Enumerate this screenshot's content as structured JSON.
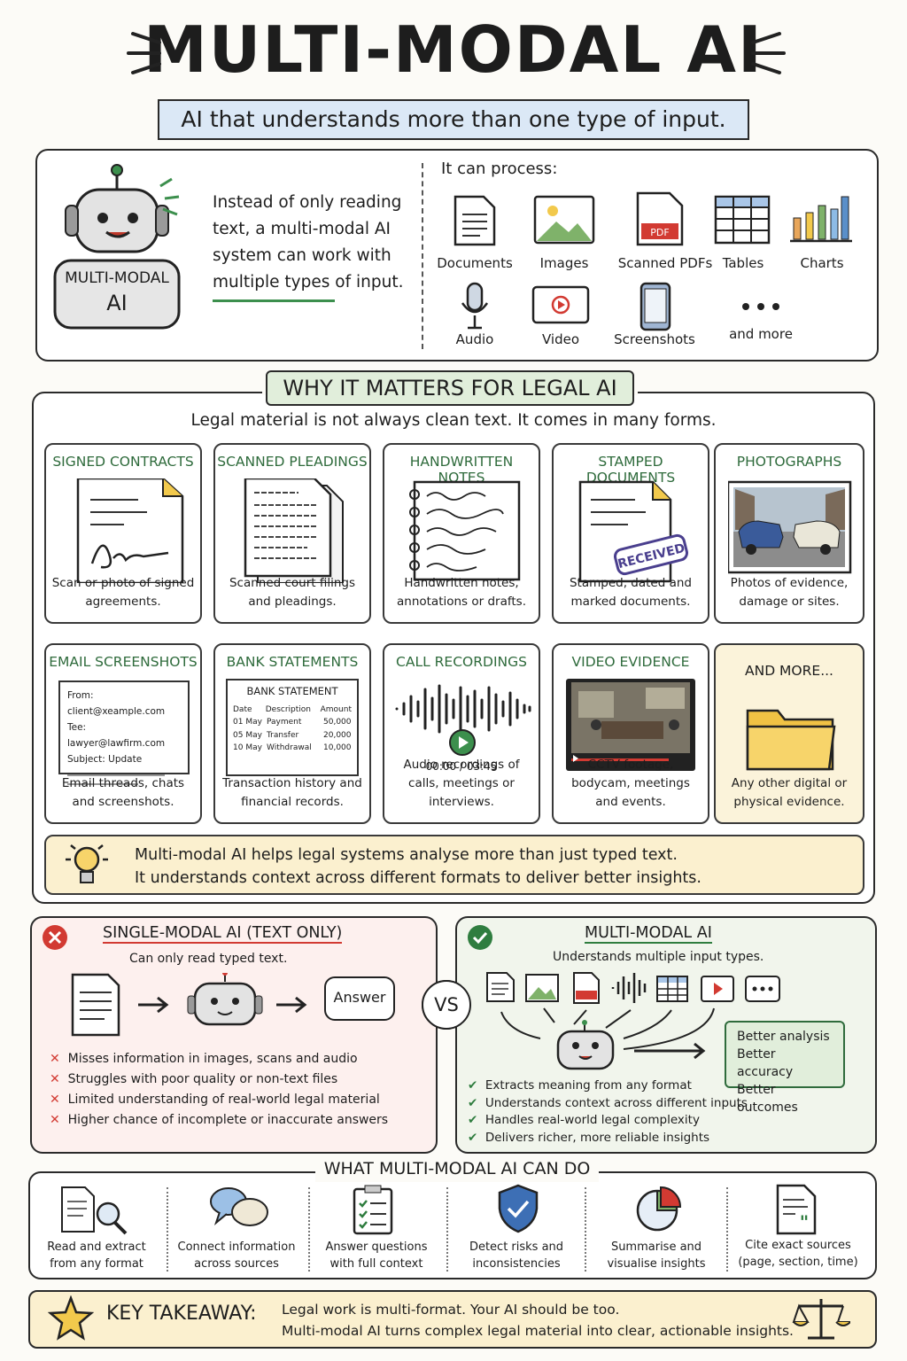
{
  "title": "MULTI-MODAL AI",
  "subtitle": "AI that understands more than one type of input.",
  "intro": {
    "robot_label_1": "MULTI-MODAL",
    "robot_label_2": "AI",
    "text": "Instead of only reading text, a multi-modal AI system can work with multiple types of input.",
    "process_title": "It can process:",
    "types": [
      {
        "label": "Documents",
        "icon": "document-icon"
      },
      {
        "label": "Images",
        "icon": "image-icon"
      },
      {
        "label": "Scanned PDFs",
        "icon": "pdf-icon"
      },
      {
        "label": "Tables",
        "icon": "table-icon"
      },
      {
        "label": "Charts",
        "icon": "bar-chart-icon"
      },
      {
        "label": "Audio",
        "icon": "microphone-icon"
      },
      {
        "label": "Video",
        "icon": "video-icon"
      },
      {
        "label": "Screenshots",
        "icon": "phone-icon"
      },
      {
        "label": "and more",
        "icon": "more-dots-icon"
      }
    ],
    "pdf_tag": "PDF"
  },
  "why": {
    "heading": "WHY IT MATTERS FOR LEGAL AI",
    "lead": "Legal material is not always clean text. It comes in many forms.",
    "cards": [
      {
        "title": "SIGNED CONTRACTS",
        "desc": "Scan or photo of signed agreements."
      },
      {
        "title": "SCANNED PLEADINGS",
        "desc": "Scanned court filings and pleadings."
      },
      {
        "title": "HANDWRITTEN NOTES",
        "desc": "Handwritten notes, annotations or drafts."
      },
      {
        "title": "STAMPED DOCUMENTS",
        "desc": "Stamped, dated and marked documents.",
        "stamp": "RECEIVED"
      },
      {
        "title": "PHOTOGRAPHS",
        "desc": "Photos of evidence, damage or sites."
      },
      {
        "title": "EMAIL SCREENSHOTS",
        "desc": "Email threads, chats and screenshots.",
        "from": "From: client@xeample.com",
        "to": "Tee: lawyer@lawfirm.com",
        "subject": "Subject: Update"
      },
      {
        "title": "BANK STATEMENTS",
        "desc": "Transaction history and financial records.",
        "sheet_title": "BANK STATEMENT",
        "cols": [
          "Date",
          "Description",
          "Amount"
        ],
        "rows": [
          [
            "01 May",
            "Payment",
            "50,000"
          ],
          [
            "05 May",
            "Transfer",
            "20,000"
          ],
          [
            "10 May",
            "Withdrawal",
            "10,000"
          ]
        ]
      },
      {
        "title": "CALL RECORDINGS",
        "desc": "Audio recordings of calls, meetings or interviews.",
        "time": "00:00 / 03:45"
      },
      {
        "title": "VIDEO EVIDENCE",
        "desc": "CCTV footage, bodycam, meetings and events."
      },
      {
        "title": "AND MORE...",
        "desc": "Any other digital or physical evidence."
      }
    ],
    "insight_1": "Multi-modal AI helps legal systems analyse more than just typed text.",
    "insight_2": "It understands context across different formats to deliver better insights."
  },
  "single": {
    "title": "SINGLE-MODAL AI (TEXT ONLY)",
    "sub": "Can only read typed text.",
    "answer": "Answer",
    "points": [
      "Misses information in images, scans and audio",
      "Struggles with poor quality or non-text files",
      "Limited understanding of real-world legal material",
      "Higher chance of incomplete or inaccurate answers"
    ]
  },
  "vs": "VS",
  "multi": {
    "title": "MULTI-MODAL AI",
    "sub": "Understands multiple input types.",
    "outcomes": [
      "Better analysis",
      "Better accuracy",
      "Better outcomes"
    ],
    "points": [
      "Extracts meaning from any format",
      "Understands context across different inputs",
      "Handles real-world legal complexity",
      "Delivers richer, more reliable insights"
    ]
  },
  "can_do": {
    "heading": "WHAT MULTI-MODAL AI CAN DO",
    "items": [
      {
        "l1": "Read and extract",
        "l2": "from any format"
      },
      {
        "l1": "Connect information",
        "l2": "across sources"
      },
      {
        "l1": "Answer questions",
        "l2": "with full context"
      },
      {
        "l1": "Detect risks and",
        "l2": "inconsistencies"
      },
      {
        "l1": "Summarise and",
        "l2": "visualise insights"
      },
      {
        "l1": "Cite exact sources",
        "l2": "(page, section, time)"
      }
    ]
  },
  "takeaway": {
    "label": "KEY TAKEAWAY:",
    "line1": "Legal work is multi-format. Your AI should be too.",
    "line2": "Multi-modal AI turns complex legal material into clear, actionable insights."
  },
  "colors": {
    "banner": "#dbe8f6",
    "green_pill": "#e1eedb",
    "red_panel": "#fdf0ee",
    "green_panel": "#f1f5ec",
    "yellow": "#fbf0cf",
    "accent_green": "#2f6b3c",
    "accent_red": "#d23a32"
  }
}
